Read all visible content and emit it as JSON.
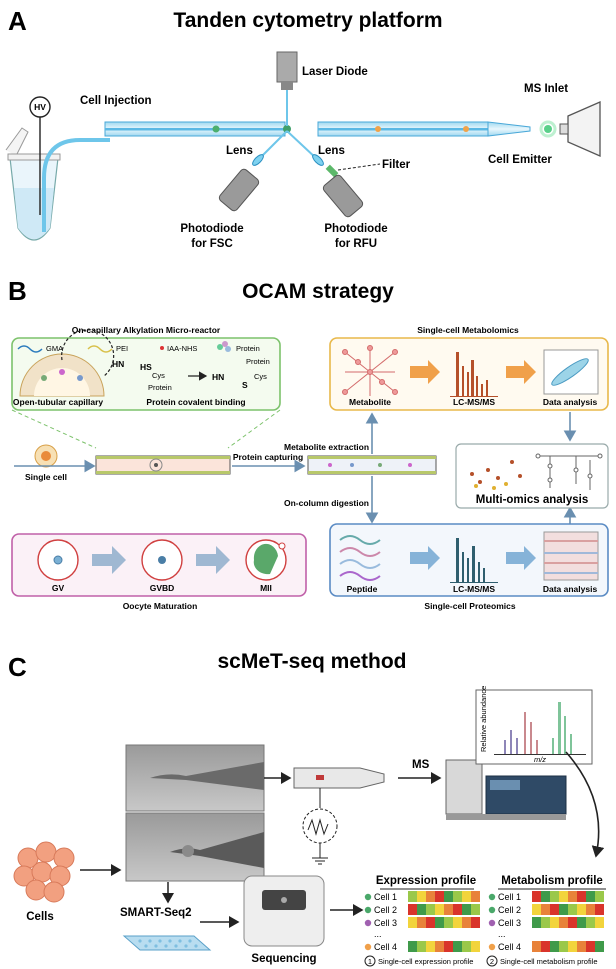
{
  "panel_a": {
    "letter": "A",
    "title": "Tanden cytometry platform",
    "labels": {
      "hv": "HV",
      "cell_injection": "Cell Injection",
      "laser_diode": "Laser Diode",
      "ms_inlet": "MS Inlet",
      "lens_left": "Lens",
      "lens_right": "Lens",
      "filter": "Filter",
      "cell_emitter": "Cell Emitter",
      "photodiode_fsc_1": "Photodiode",
      "photodiode_fsc_2": "for FSC",
      "photodiode_rfu_1": "Photodiode",
      "photodiode_rfu_2": "for RFU"
    }
  },
  "panel_b": {
    "letter": "B",
    "title": "OCAM strategy",
    "reactor": {
      "title": "On-capillary Alkylation Micro-reactor",
      "legend": [
        "GMA",
        "PEI",
        "IAA-NHS",
        "Protein"
      ],
      "capillary": "Open-tubular capillary",
      "binding": "Protein covalent binding",
      "hs": "HS",
      "cys": "Cys",
      "protein": "Protein",
      "nh": "HN",
      "s": "S"
    },
    "metabolomics": {
      "title": "Single-cell Metabolomics",
      "metabolite": "Metabolite",
      "lcms": "LC-MS/MS",
      "data": "Data analysis"
    },
    "flow": {
      "single_cell": "Single cell",
      "protein_capturing": "Protein capturing",
      "metabolite_extraction": "Metabolite extraction",
      "on_column_digestion": "On-column digestion"
    },
    "multiomics": "Multi-omics analysis",
    "oocyte": {
      "title": "Oocyte Maturation",
      "stages": [
        "GV",
        "GVBD",
        "MII"
      ]
    },
    "proteomics": {
      "title": "Single-cell Proteomics",
      "peptide": "Peptide",
      "lcms": "LC-MS/MS",
      "data": "Data analysis"
    }
  },
  "panel_c": {
    "letter": "C",
    "title": "scMeT-seq method",
    "cells": "Cells",
    "ms": "MS",
    "smart_seq": "SMART-Seq2",
    "sequencing": "Sequencing",
    "spectrum_ylabel": "Relative abundance",
    "spectrum_xlabel": "m/z",
    "expression_profile": "Expression profile",
    "metabolism_profile": "Metabolism profile",
    "cell_rows": [
      "Cell 1",
      "Cell 2",
      "Cell 3",
      "...",
      "Cell 4"
    ],
    "footnote_1_num": "1",
    "footnote_1": "Single-cell expression profile",
    "footnote_2_num": "2",
    "footnote_2": "Single-cell metabolism profile"
  },
  "colors": {
    "capillary_blue": "#6ec6ea",
    "reactor_border": "#7cc26b",
    "metabolomics_border": "#e8b84a",
    "oocyte_border": "#c060a8",
    "proteomics_border": "#5a8bc4",
    "arrow": "#6a8fb0",
    "heat_red": "#d9342b",
    "heat_yellow": "#f2d43c",
    "heat_green": "#3f9a4a"
  }
}
